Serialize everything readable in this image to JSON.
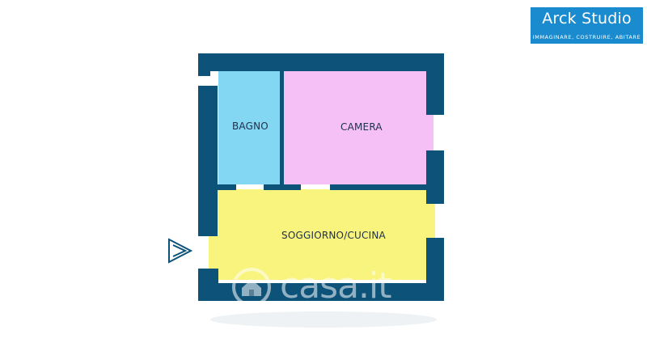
{
  "logo": {
    "name": "Arck Studio",
    "tagline": "IMMAGINARE, COSTRUIRE, ABITARE"
  },
  "rooms": {
    "bagno": "BAGNO",
    "camera": "CAMERA",
    "living": "SOGGIORNO/CUCINA"
  },
  "watermark": {
    "text": "casa.it"
  },
  "colors": {
    "wall": "#0d5278",
    "bagno": "#84d7f3",
    "camera": "#f5c0f5",
    "living": "#f8f47e",
    "logo_bg": "#1b8bd0"
  }
}
